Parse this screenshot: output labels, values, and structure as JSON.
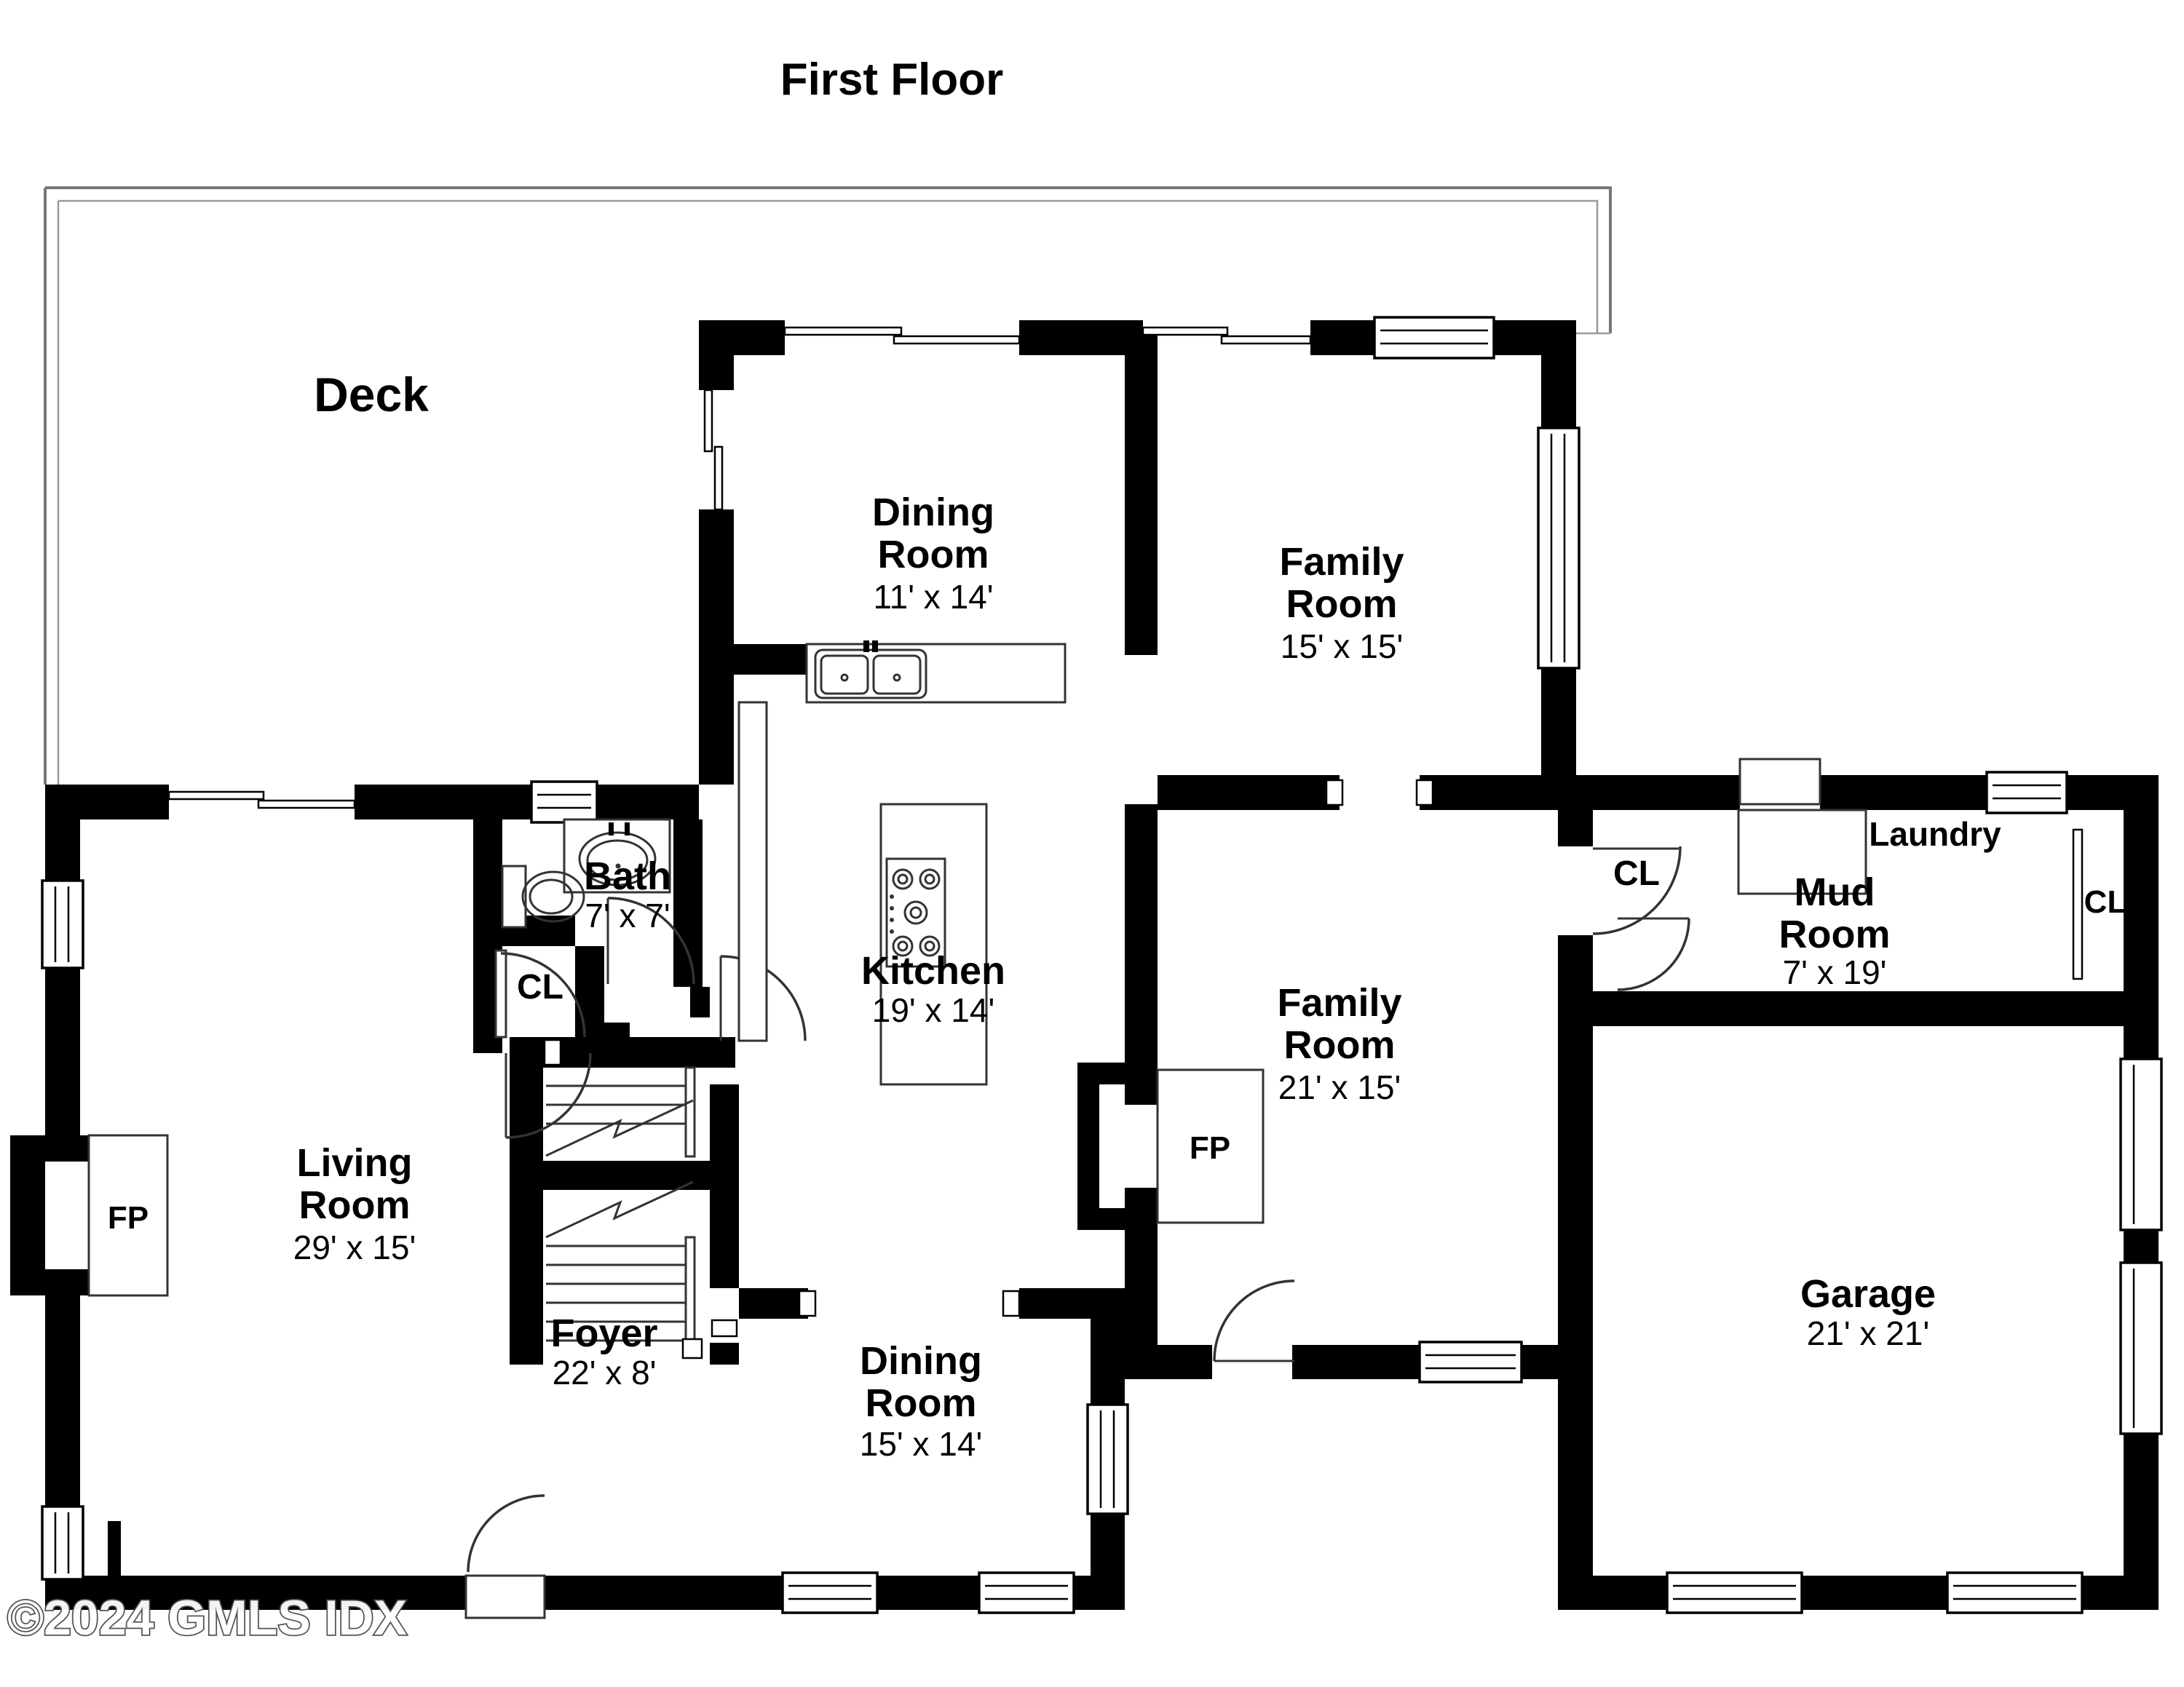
{
  "title": "First Floor",
  "watermark": "©2024 GMLS IDX",
  "rooms": {
    "deck": {
      "name": "Deck"
    },
    "dining_room_top": {
      "name_line1": "Dining",
      "name_line2": "Room",
      "dims": "11' x 14'"
    },
    "family_room_top": {
      "name_line1": "Family",
      "name_line2": "Room",
      "dims": "15' x 15'"
    },
    "bath": {
      "name": "Bath",
      "dims": "7' x 7'"
    },
    "kitchen": {
      "name": "Kitchen",
      "dims": "19' x 14'"
    },
    "family_room_main": {
      "name_line1": "Family",
      "name_line2": "Room",
      "dims": "21' x 15'"
    },
    "living_room": {
      "name_line1": "Living",
      "name_line2": "Room",
      "dims": "29' x 15'"
    },
    "dining_room_main": {
      "name_line1": "Dining",
      "name_line2": "Room",
      "dims": "15' x 14'"
    },
    "foyer": {
      "name": "Foyer",
      "dims": "22' x 8'"
    },
    "mud_room": {
      "name_line1": "Mud",
      "name_line2": "Room",
      "dims": "7' x 19'"
    },
    "laundry": {
      "name": "Laundry"
    },
    "garage": {
      "name": "Garage",
      "dims": "21' x 21'"
    }
  },
  "annotations": {
    "closet_hall": "CL",
    "closet_mud_left": "CL",
    "closet_mud_right": "CL",
    "fireplace_living": "FP",
    "fireplace_family": "FP"
  },
  "colors": {
    "wall": "#000000",
    "background": "#ffffff",
    "fixture_line": "#333333",
    "deck_line": "#777777"
  }
}
